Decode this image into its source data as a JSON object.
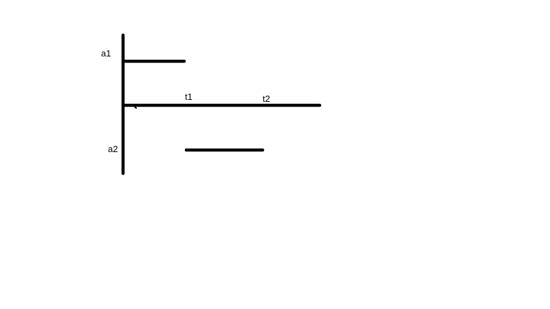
{
  "diagram": {
    "colors": {
      "background": "#ffffff",
      "ink": "#000000"
    },
    "labels": {
      "a1": "a1",
      "a2": "a2",
      "t1": "t1",
      "t2": "t2"
    }
  }
}
